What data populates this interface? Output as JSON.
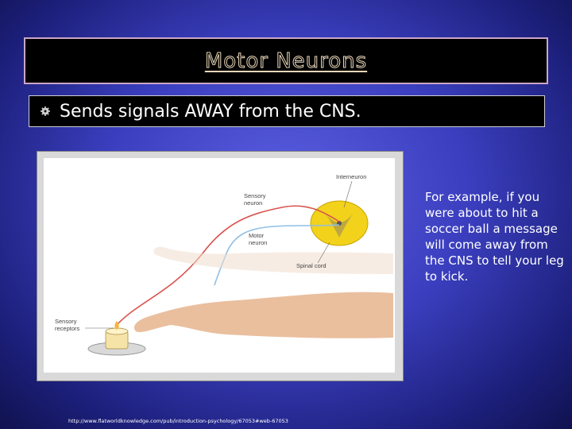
{
  "slide": {
    "title": "Motor Neurons",
    "bullet": "Sends signals AWAY from the CNS.",
    "side_text": "For example, if you were about to hit a soccer ball a message will come away from the CNS to tell your leg to kick.",
    "source_url": "http://www.flatworldknowledge.com/pub/introduction-psychology/67053#web-67053"
  },
  "figure": {
    "labels": {
      "interneuron": "Interneuron",
      "sensory_neuron_1": "Sensory",
      "sensory_neuron_2": "neuron",
      "motor_neuron_1": "Motor",
      "motor_neuron_2": "neuron",
      "spinal_cord": "Spinal cord",
      "sensory_receptors_1": "Sensory",
      "sensory_receptors_2": "receptors"
    }
  },
  "colors": {
    "background": "#3b3fbf",
    "title_outline": "#e8d6b8",
    "sensory_path": "#d9534f",
    "motor_path": "#8fbfe6",
    "spinal_cord": "#f2d21b"
  }
}
